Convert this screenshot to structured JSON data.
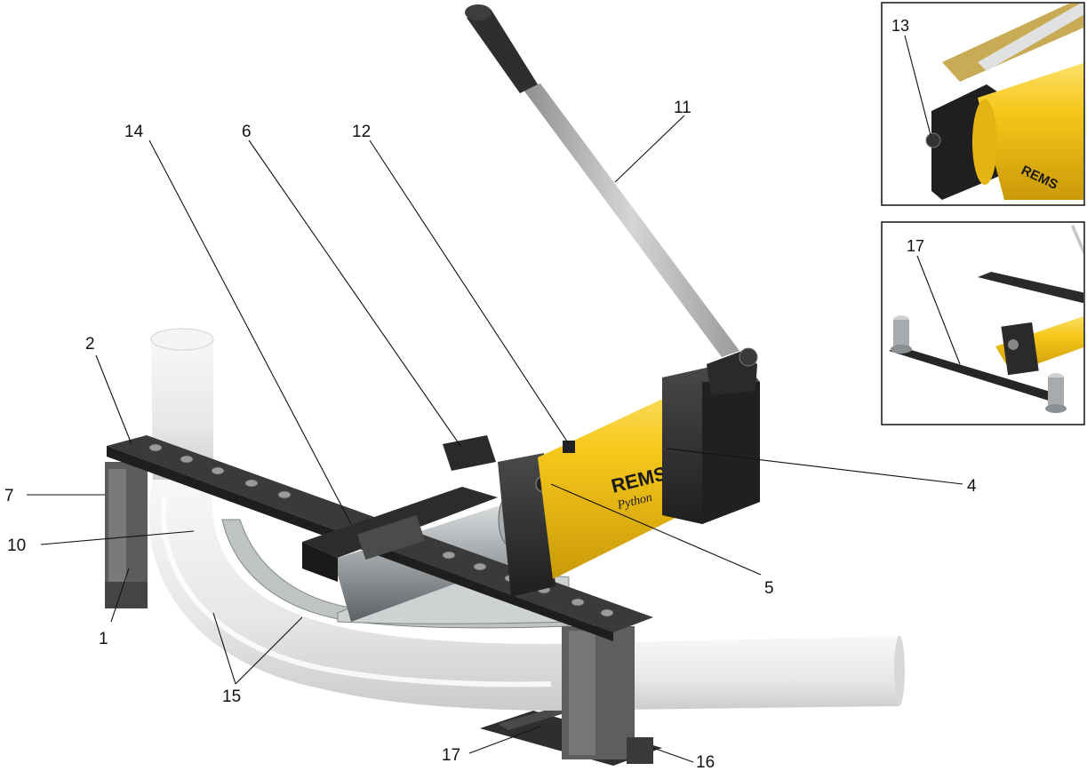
{
  "figure": {
    "brand_text": "REMS",
    "brand_script": "Python",
    "colors": {
      "pump_yellow": "#f6c81b",
      "steel_dark": "#2b2b2b",
      "pipe_white": "#e9ebea",
      "handle_grey": "#b7b9b8"
    },
    "callouts": [
      {
        "id": "1",
        "text": "1"
      },
      {
        "id": "2",
        "text": "2"
      },
      {
        "id": "4",
        "text": "4"
      },
      {
        "id": "5",
        "text": "5"
      },
      {
        "id": "6",
        "text": "6"
      },
      {
        "id": "7",
        "text": "7"
      },
      {
        "id": "10",
        "text": "10"
      },
      {
        "id": "11",
        "text": "11"
      },
      {
        "id": "12",
        "text": "12"
      },
      {
        "id": "14",
        "text": "14"
      },
      {
        "id": "15",
        "text": "15"
      },
      {
        "id": "16",
        "text": "16"
      },
      {
        "id": "17",
        "text": "17"
      }
    ],
    "insets": [
      {
        "id": "inset-valve",
        "label": "13"
      },
      {
        "id": "inset-stand",
        "label": "17"
      }
    ]
  }
}
